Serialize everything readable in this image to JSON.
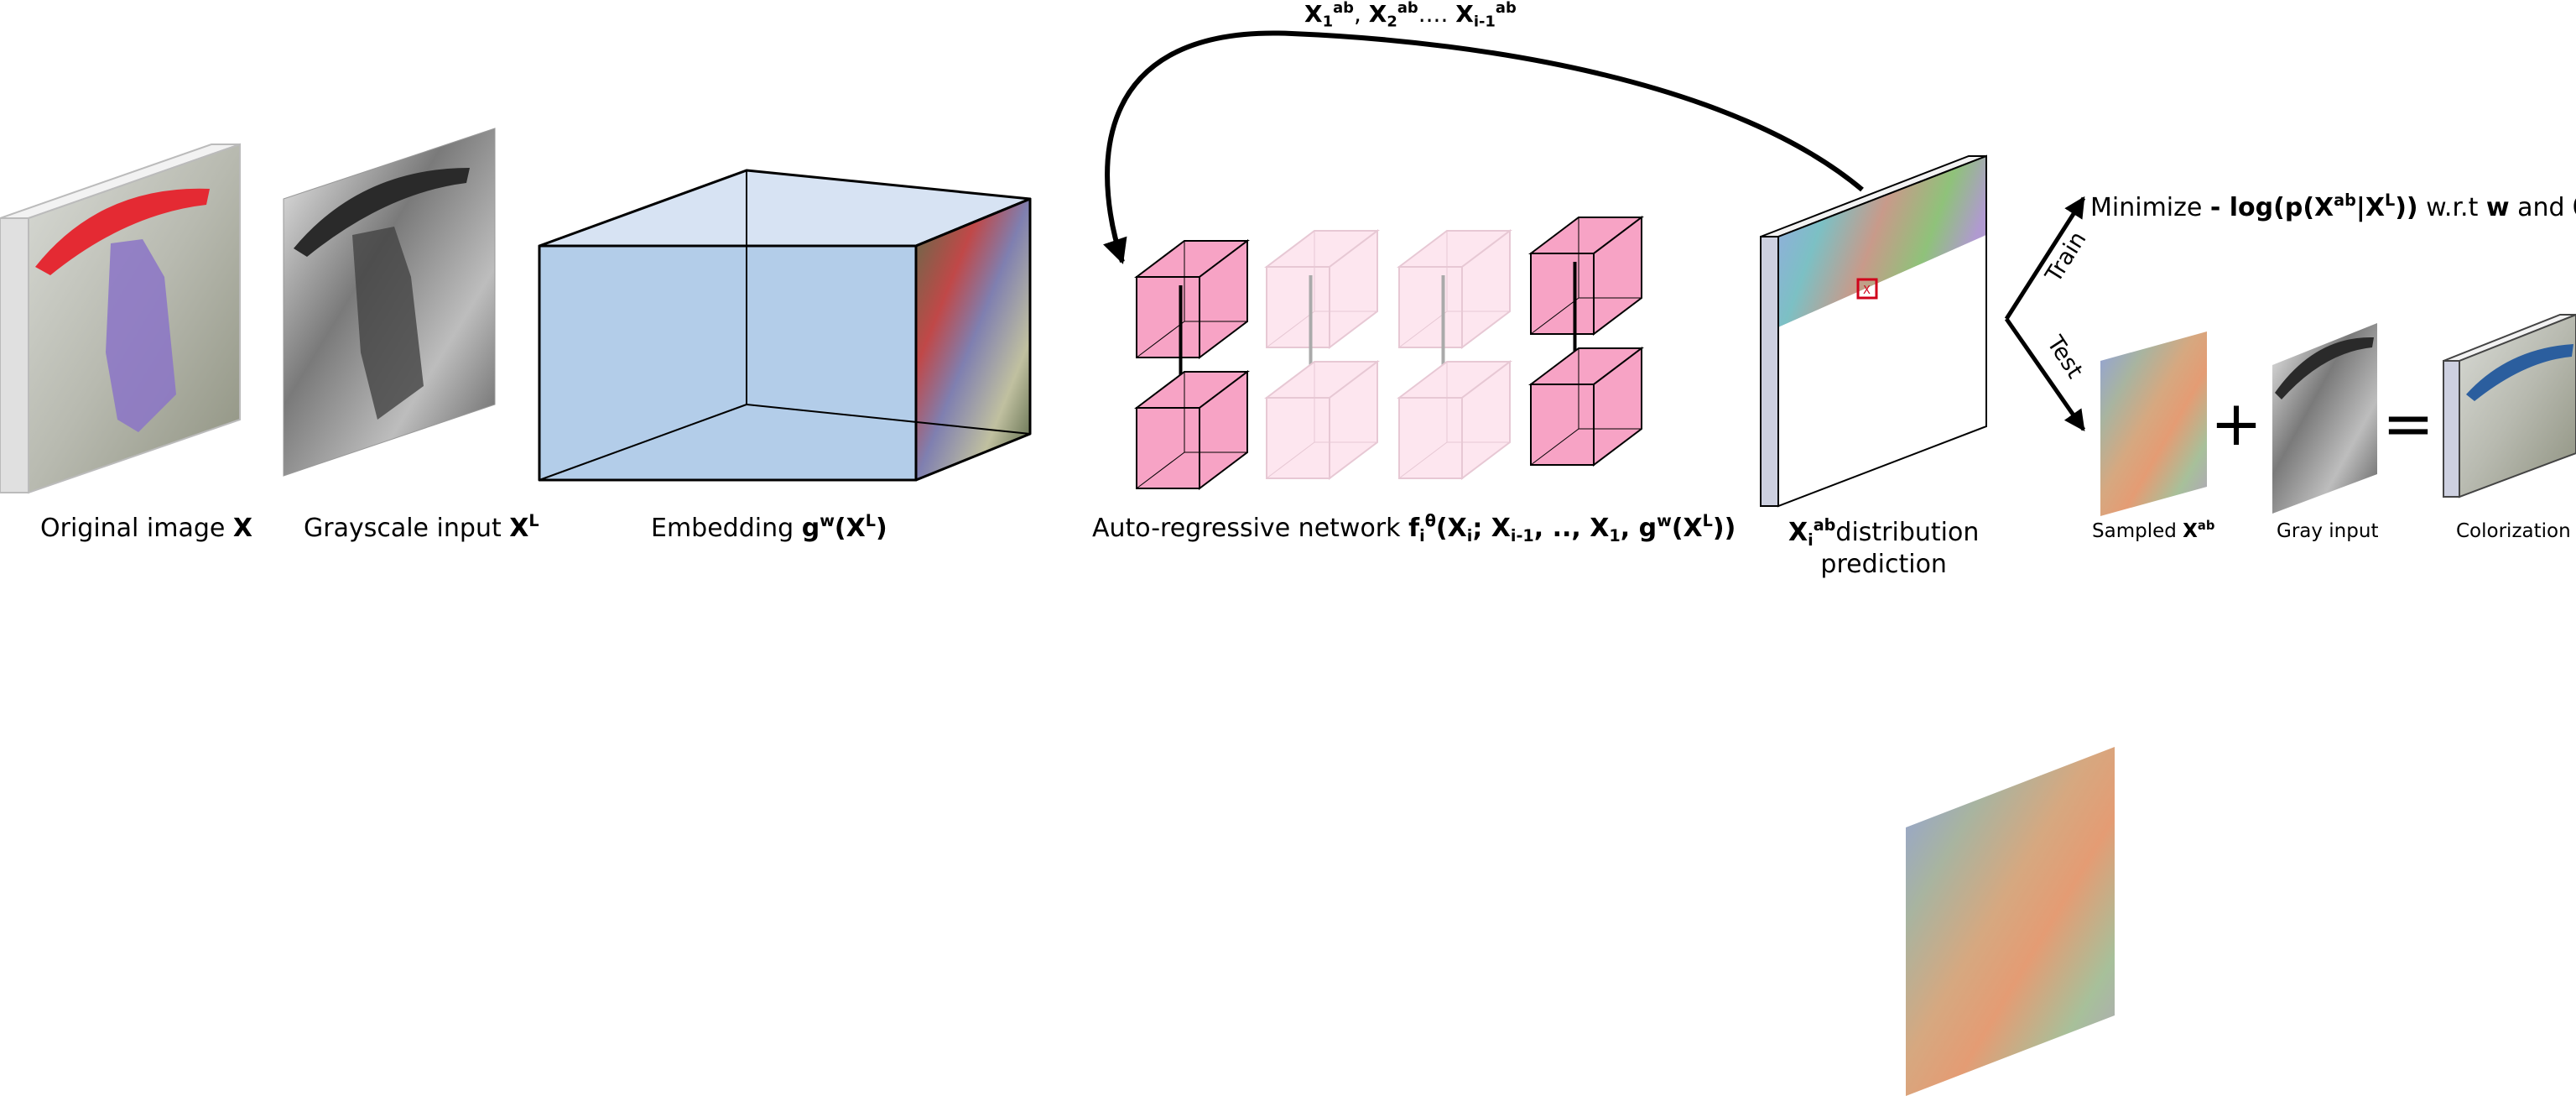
{
  "caption_text": {
    "original_image": "Original image ",
    "grayscale_input": "Grayscale input ",
    "embedding": "Embedding ",
    "autoregressive": "Auto-regressive network ",
    "distribution_1": "distribution",
    "distribution_2": "prediction",
    "sampled": "Sampled ",
    "gray_input": "Gray input",
    "colorization": "Colorization",
    "minimize": "Minimize  ",
    "wrt": " w.r.t ",
    "and": " and ",
    "train": "Train",
    "test": "Test",
    "plus": "+",
    "equals": "=",
    "cell_marker": "X"
  },
  "colors": {
    "cube_pink": "#f7a3c5",
    "cube_pink_faded": "#fde6ef",
    "embedding_front": "#b3cde9",
    "embedding_side": "#d7e3f3",
    "marker_red": "#d0021b"
  },
  "icons": [
    "curved-arrow-icon",
    "down-arrow-icon",
    "plus-icon",
    "equals-icon"
  ]
}
